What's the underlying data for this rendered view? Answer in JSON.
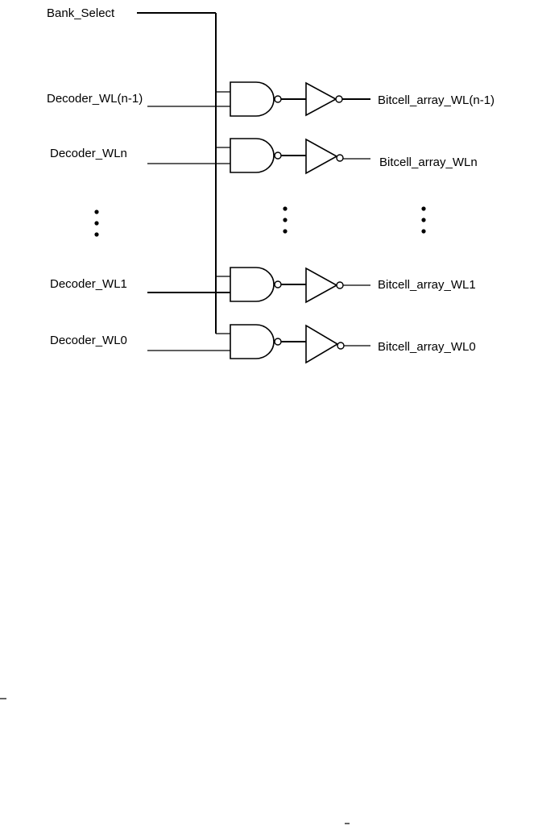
{
  "bank_select": "Bank_Select",
  "rows": [
    {
      "input": "Decoder_WL(n-1)",
      "output": "Bitcell_array_WL(n-1)"
    },
    {
      "input": "Decoder_WLn",
      "output": "Bitcell_array_WLn"
    },
    {
      "input": "Decoder_WL1",
      "output": "Bitcell_array_WL1"
    },
    {
      "input": "Decoder_WL0",
      "output": "Bitcell_array_WL0"
    }
  ]
}
